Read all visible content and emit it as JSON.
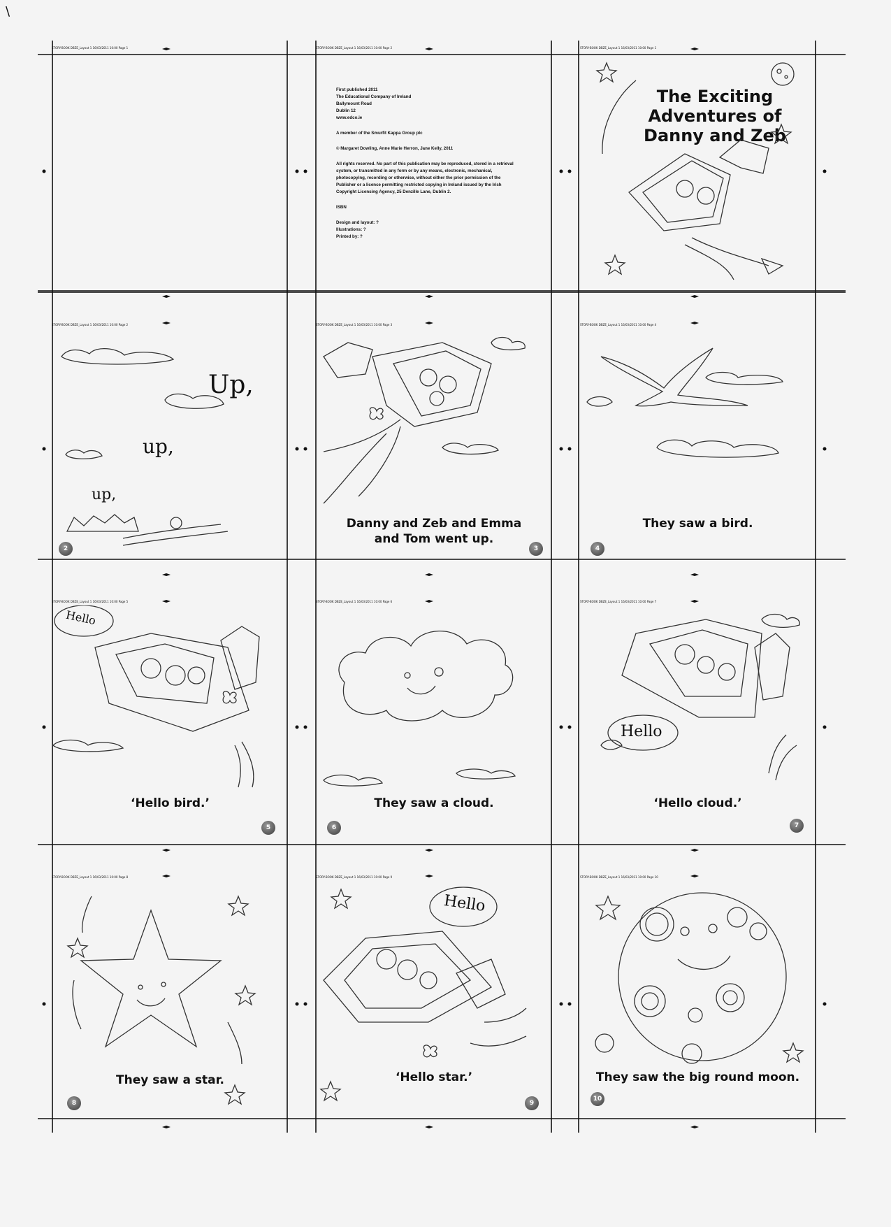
{
  "stray_mark": "\\",
  "slugs": [
    "STORY-BOOK DBZE_Layout 1  16/03/2011  10:00  Page 1",
    "STORY-BOOK DBZE_Layout 1  16/03/2011  10:00  Page 2",
    "STORY-BOOK DBZE_Layout 1  16/03/2011  10:00  Page 1",
    "STORY-BOOK DBZE_Layout 1  16/03/2011  10:00  Page 2",
    "STORY-BOOK DBZE_Layout 1  16/03/2011  10:00  Page 3",
    "STORY-BOOK DBZE_Layout 1  16/03/2011  10:00  Page 4",
    "STORY-BOOK DBZE_Layout 1  16/03/2011  10:00  Page 5",
    "STORY-BOOK DBZE_Layout 1  16/03/2011  10:00  Page 6",
    "STORY-BOOK DBZE_Layout 1  16/03/2011  10:00  Page 7",
    "STORY-BOOK DBZE_Layout 1  16/03/2011  10:00  Page 8",
    "STORY-BOOK DBZE_Layout 1  16/03/2011  10:00  Page 9",
    "STORY-BOOK DBZE_Layout 1  16/03/2011  10:00  Page 10"
  ],
  "imprint": {
    "publisher_block": [
      "First published 2011",
      "The Educational Company of Ireland",
      "Ballymount Road",
      "Dublin 12",
      "www.edco.ie"
    ],
    "group": "A member of the Smurfit Kappa Group plc",
    "copyright": "© Margaret Dowling, Anne Marie Herron, Jane Kelly, 2011",
    "rights": "All rights reserved. No part of this publication may be reproduced, stored in a retrieval system, or transmitted in any form or by any means, electronic, mechanical, photocopying, recording or otherwise, without either the prior permission of the Publisher or a licence permitting restricted copying in Ireland issued by the Irish Copyright Licensing Agency, 25 Denzille Lane, Dublin 2.",
    "isbn": "ISBN",
    "credits": [
      "Design and layout: ?",
      "Illustrations: ?",
      "Printed by: ?"
    ]
  },
  "cover": {
    "title_lines": [
      "The Exciting",
      "Adventures of",
      "Danny and Zeb"
    ]
  },
  "pages": {
    "p2": {
      "words": [
        "Up,",
        "up,",
        "up,"
      ],
      "number": "2"
    },
    "p3": {
      "caption_lines": [
        "Danny and Zeb and Emma",
        "and Tom went up."
      ],
      "number": "3"
    },
    "p4": {
      "caption": "They saw a bird.",
      "number": "4"
    },
    "p5": {
      "bubble": "Hello",
      "caption": "‘Hello bird.’",
      "number": "5"
    },
    "p6": {
      "caption": "They saw a cloud.",
      "number": "6"
    },
    "p7": {
      "bubble": "Hello",
      "caption": "‘Hello cloud.’",
      "number": "7"
    },
    "p8": {
      "caption": "They saw a star.",
      "number": "8"
    },
    "p9": {
      "bubble": "Hello",
      "caption": "‘Hello star.’",
      "number": "9"
    },
    "p10": {
      "caption": "They saw the big round moon.",
      "number": "10"
    }
  }
}
